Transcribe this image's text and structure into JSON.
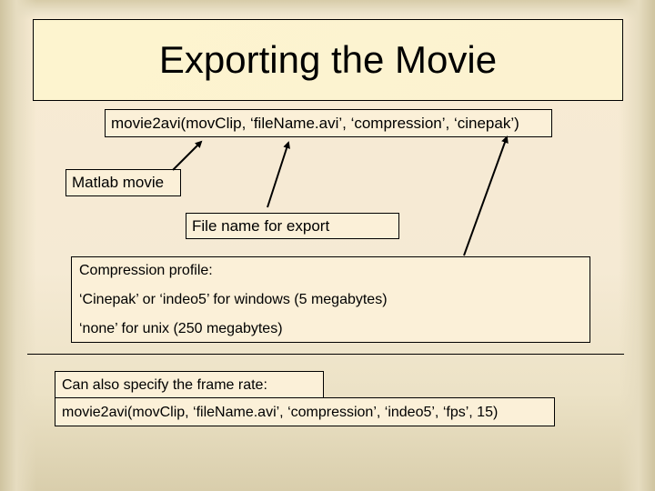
{
  "slide": {
    "title": "Exporting the Movie",
    "command": "movie2avi(movClip, ‘fileName.avi’, ‘compression’, ‘cinepak’)",
    "callouts": {
      "matlab_movie": "Matlab movie",
      "file_name": "File name for export"
    },
    "compression": {
      "heading": "Compression profile:",
      "lines": [
        "‘Cinepak’ or ‘indeo5’ for windows (5 megabytes)",
        "‘none’ for unix (250 megabytes)"
      ]
    },
    "frame_rate": {
      "label": "Can also specify the frame rate:",
      "command": "movie2avi(movClip, ‘fileName.avi’, ‘compression’, ‘indeo5’, ‘fps’, 15)"
    }
  },
  "colors": {
    "background": "#f8ebd3",
    "title_fill": "#fdf4cf",
    "border": "#000000"
  }
}
